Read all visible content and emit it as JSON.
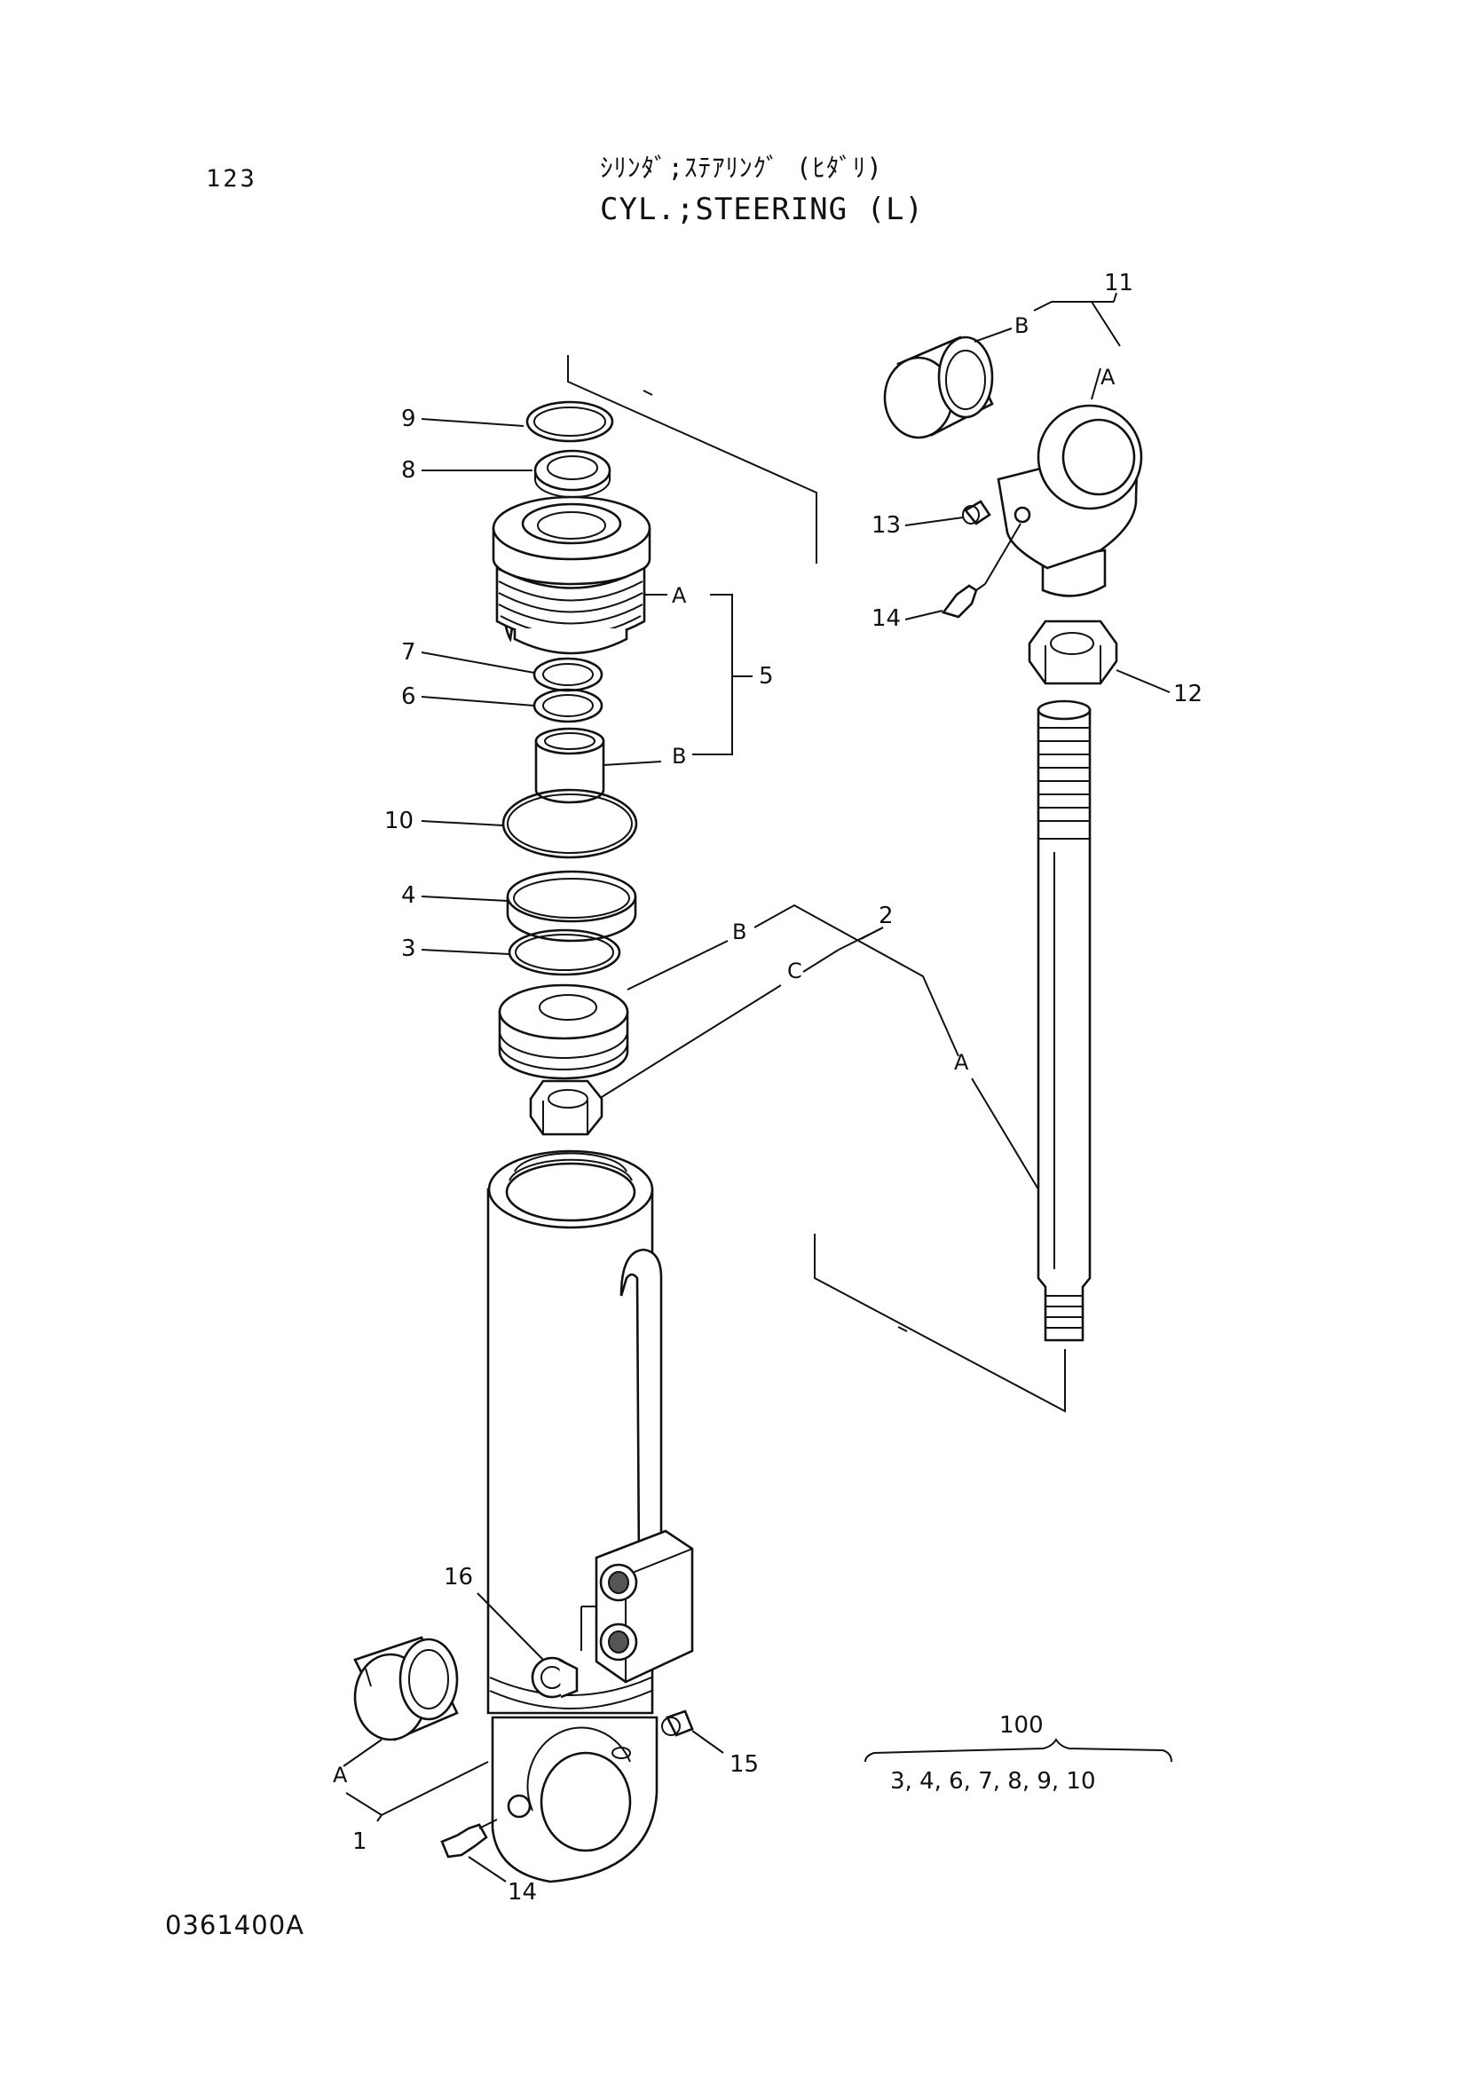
{
  "page_number": "123",
  "title_jp": "ｼﾘﾝﾀﾞ;ｽﾃｱﾘﾝｸﾞ (ﾋﾀﾞﾘ)",
  "title_en": "CYL.;STEERING (L)",
  "drawing_code": "0361400A",
  "callouts": {
    "n1": "1",
    "n2": "2",
    "n3": "3",
    "n4": "4",
    "n5": "5",
    "n6": "6",
    "n7": "7",
    "n8": "8",
    "n9": "9",
    "n10": "10",
    "n11": "11",
    "n12": "12",
    "n13": "13",
    "n14_top": "14",
    "n14_bottom": "14",
    "n15": "15",
    "n16": "16"
  },
  "sub_labels": {
    "g5_a": "A",
    "g5_b": "B",
    "g2_a": "A",
    "g2_b": "B",
    "g2_c": "C",
    "g11_a": "A",
    "g11_b": "B",
    "g1_a": "A"
  },
  "kit": {
    "number": "100",
    "items": "3, 4, 6, 7, 8, 9, 10"
  }
}
